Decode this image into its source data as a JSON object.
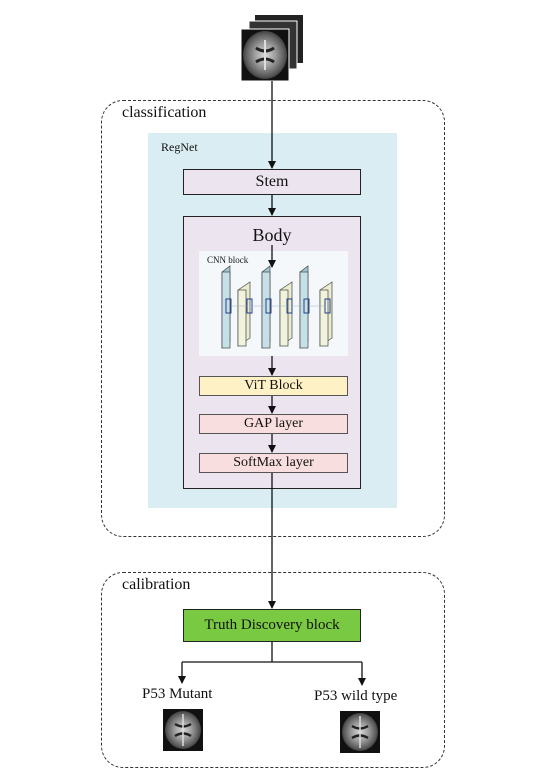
{
  "groups": {
    "classification": "classification",
    "calibration": "calibration"
  },
  "regnet": {
    "label": "RegNet",
    "stem": "Stem",
    "body": {
      "title": "Body",
      "cnn_label": "CNN block",
      "vit": "ViT Block",
      "gap": "GAP layer",
      "softmax": "SoftMax layer"
    }
  },
  "truth_discovery": "Truth Discovery block",
  "outputs": {
    "mutant": "P53 Mutant",
    "wild": "P53 wild type"
  },
  "colors": {
    "regnet_bg": "#daedf3",
    "stem_bg": "#ece5ef",
    "vit_bg": "#fff1c6",
    "gap_bg": "#f8dede",
    "truth_bg": "#7ac943"
  },
  "icons": [
    "mri-stack-icon",
    "mri-slice-icon"
  ]
}
